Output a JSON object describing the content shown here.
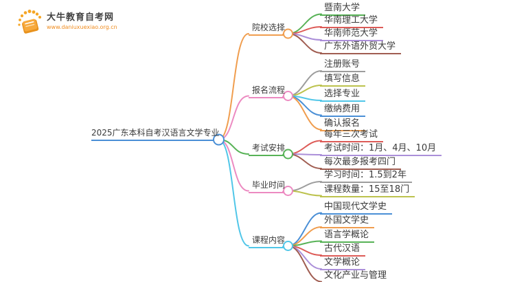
{
  "site": {
    "logo_title": "大牛教育自考网",
    "logo_url": "www.daniuxuexiao.org.cn",
    "brand_color": "#f59a23"
  },
  "mindmap": {
    "root": {
      "label": "2025广东本科自考汉语言文学专业",
      "color": "#4a8fd6"
    },
    "branches": [
      {
        "label": "院校选择",
        "color": "#f09d4e",
        "children": [
          {
            "label": "暨南大学",
            "color": "#57b256"
          },
          {
            "label": "华南理工大学",
            "color": "#dd5b57"
          },
          {
            "label": "华南师范大学",
            "color": "#ab8fd9"
          },
          {
            "label": "广东外语外贸大学",
            "color": "#a05d51"
          }
        ]
      },
      {
        "label": "报名流程",
        "color": "#ec8ac1",
        "children": [
          {
            "label": "注册账号",
            "color": "#9d9d9d"
          },
          {
            "label": "填写信息",
            "color": "#bcc24d"
          },
          {
            "label": "选择专业",
            "color": "#50c6e8"
          },
          {
            "label": "缴纳费用",
            "color": "#4a8fd6"
          },
          {
            "label": "确认报名",
            "color": "#f09d4e"
          }
        ]
      },
      {
        "label": "考试安排",
        "color": "#57b256",
        "children": [
          {
            "label": "每年三次考试",
            "color": "#dd5b57"
          },
          {
            "label": "考试时间：1月、4月、10月",
            "color": "#ab8fd9"
          },
          {
            "label": "每次最多报考四门",
            "color": "#a05d51"
          }
        ]
      },
      {
        "label": "毕业时间",
        "color": "#ec8ac1",
        "children": [
          {
            "label": "学习时间：1.5到2年",
            "color": "#9d9d9d"
          },
          {
            "label": "课程数量：15至18门",
            "color": "#bcc24d"
          }
        ]
      },
      {
        "label": "课程内容",
        "color": "#50c6e8",
        "children": [
          {
            "label": "中国现代文学史",
            "color": "#4a8fd6"
          },
          {
            "label": "外国文学史",
            "color": "#f09d4e"
          },
          {
            "label": "语言学概论",
            "color": "#57b256"
          },
          {
            "label": "古代汉语",
            "color": "#dd5b57"
          },
          {
            "label": "文学概论",
            "color": "#ab8fd9"
          },
          {
            "label": "文化产业与管理",
            "color": "#a05d51"
          }
        ]
      }
    ]
  }
}
